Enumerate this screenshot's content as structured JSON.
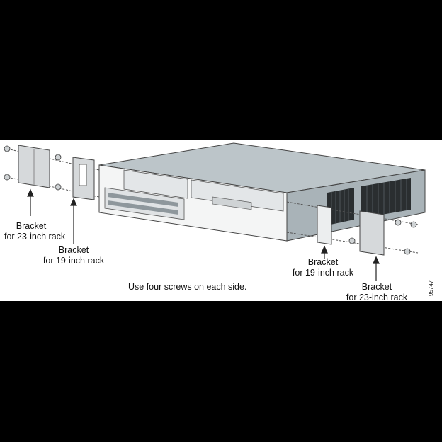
{
  "figure": {
    "caption": "Use four screws on each side.",
    "figure_id": "95747",
    "colors": {
      "background": "#000000",
      "panel": "#ffffff",
      "chassis_top": "#bcc5c9",
      "chassis_side": "#a9b3b8",
      "chassis_front": "#f4f5f5",
      "bracket": "#d6d9db",
      "vent": "#2a2e30"
    },
    "labels": {
      "left_23": {
        "line1": "Bracket",
        "line2": "for 23-inch rack"
      },
      "left_19": {
        "line1": "Bracket",
        "line2": "for 19-inch rack"
      },
      "right_19": {
        "line1": "Bracket",
        "line2": "for 19-inch rack"
      },
      "right_23": {
        "line1": "Bracket",
        "line2": "for 23-inch rack"
      }
    }
  }
}
